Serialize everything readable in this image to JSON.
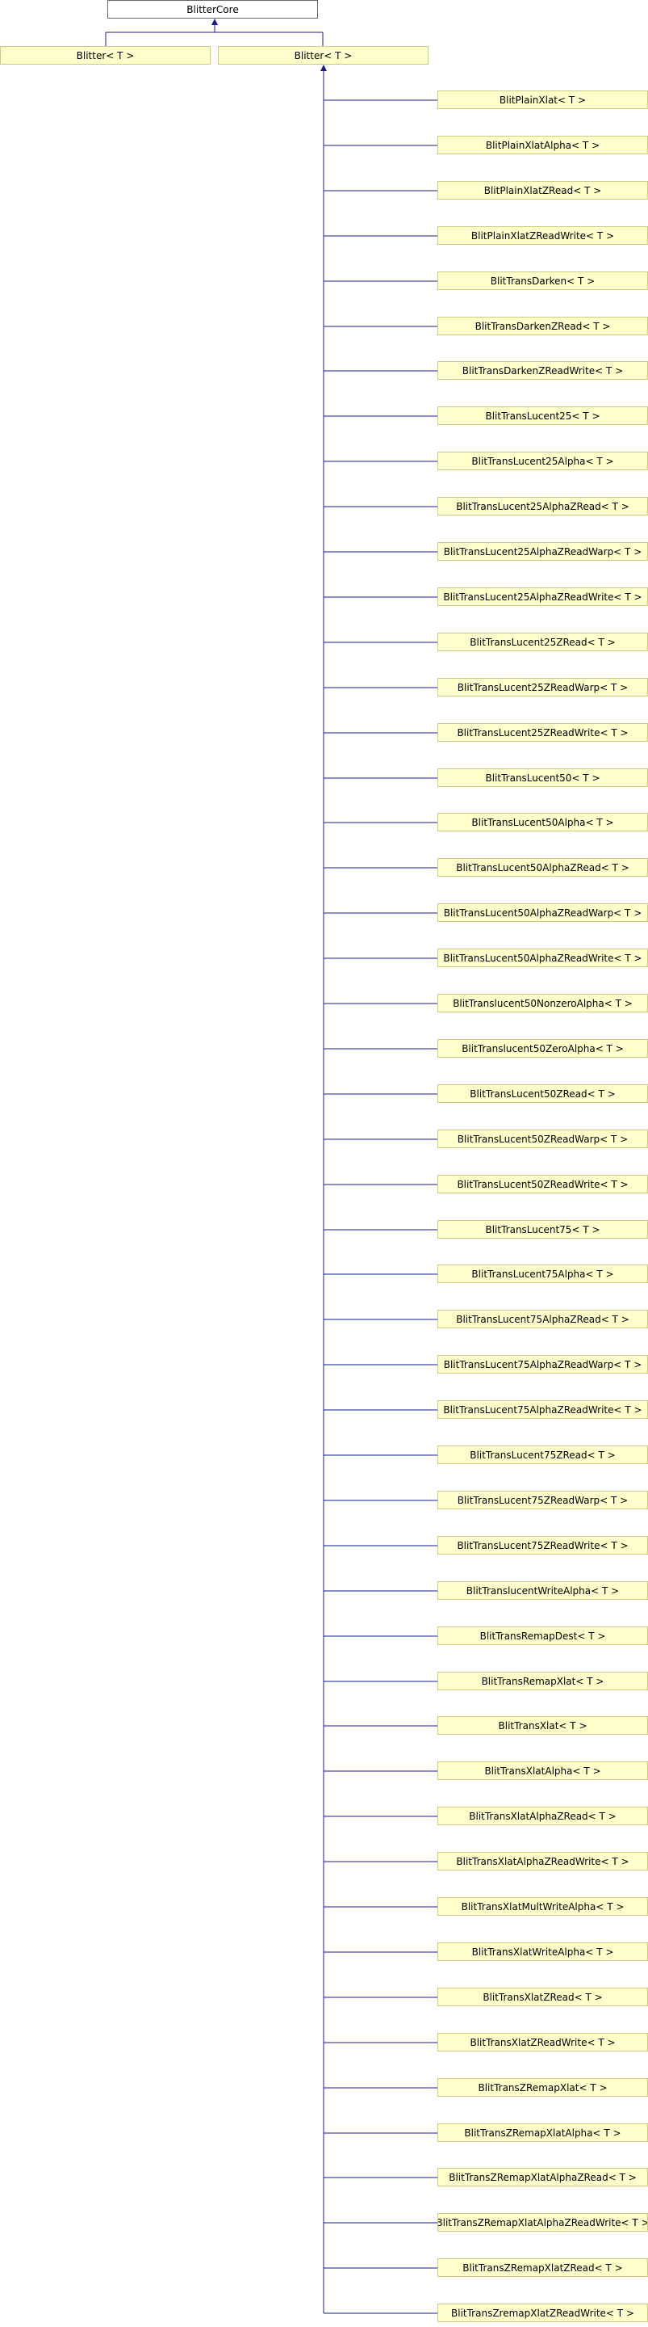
{
  "colors": {
    "edge": "#1a1a8c",
    "node_fill": "#ffffcc",
    "node_border": "#cccc88",
    "root_fill": "#ffffff",
    "root_border": "#666666"
  },
  "root": {
    "label": "BlitterCore"
  },
  "middle": [
    {
      "label": "Blitter< T >"
    },
    {
      "label": "Blitter< T >"
    }
  ],
  "leaves": [
    "BlitPlainXlat< T >",
    "BlitPlainXlatAlpha< T >",
    "BlitPlainXlatZRead< T >",
    "BlitPlainXlatZReadWrite< T >",
    "BlitTransDarken< T >",
    "BlitTransDarkenZRead< T >",
    "BlitTransDarkenZReadWrite< T >",
    "BlitTransLucent25< T >",
    "BlitTransLucent25Alpha< T >",
    "BlitTransLucent25AlphaZRead< T >",
    "BlitTransLucent25AlphaZReadWarp< T >",
    "BlitTransLucent25AlphaZReadWrite< T >",
    "BlitTransLucent25ZRead< T >",
    "BlitTransLucent25ZReadWarp< T >",
    "BlitTransLucent25ZReadWrite< T >",
    "BlitTransLucent50< T >",
    "BlitTransLucent50Alpha< T >",
    "BlitTransLucent50AlphaZRead< T >",
    "BlitTransLucent50AlphaZReadWarp< T >",
    "BlitTransLucent50AlphaZReadWrite< T >",
    "BlitTranslucent50NonzeroAlpha< T >",
    "BlitTranslucent50ZeroAlpha< T >",
    "BlitTransLucent50ZRead< T >",
    "BlitTransLucent50ZReadWarp< T >",
    "BlitTransLucent50ZReadWrite< T >",
    "BlitTransLucent75< T >",
    "BlitTransLucent75Alpha< T >",
    "BlitTransLucent75AlphaZRead< T >",
    "BlitTransLucent75AlphaZReadWarp< T >",
    "BlitTransLucent75AlphaZReadWrite< T >",
    "BlitTransLucent75ZRead< T >",
    "BlitTransLucent75ZReadWarp< T >",
    "BlitTransLucent75ZReadWrite< T >",
    "BlitTranslucentWriteAlpha< T >",
    "BlitTransRemapDest< T >",
    "BlitTransRemapXlat< T >",
    "BlitTransXlat< T >",
    "BlitTransXlatAlpha< T >",
    "BlitTransXlatAlphaZRead< T >",
    "BlitTransXlatAlphaZReadWrite< T >",
    "BlitTransXlatMultWriteAlpha< T >",
    "BlitTransXlatWriteAlpha< T >",
    "BlitTransXlatZRead< T >",
    "BlitTransXlatZReadWrite< T >",
    "BlitTransZRemapXlat< T >",
    "BlitTransZRemapXlatAlpha< T >",
    "BlitTransZRemapXlatAlphaZRead< T >",
    "BlitTransZRemapXlatAlphaZReadWrite< T >",
    "BlitTransZRemapXlatZRead< T >",
    "BlitTransZremapXlatZReadWrite< T >"
  ]
}
